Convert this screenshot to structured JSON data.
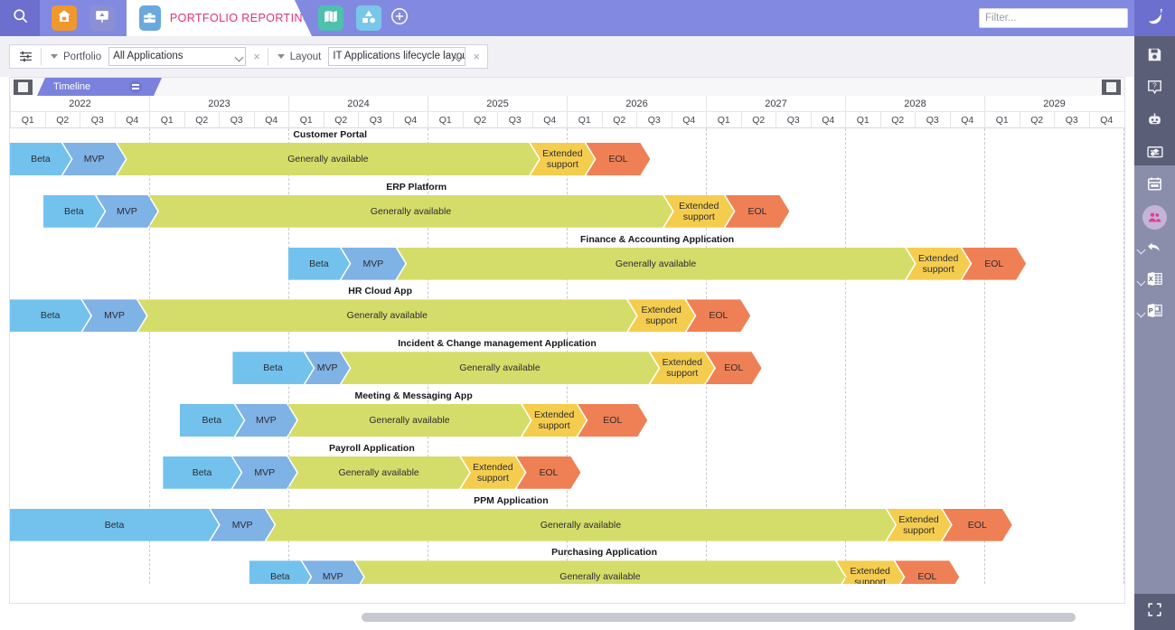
{
  "topbar": {
    "search_icon": "search-icon",
    "tabs": [
      {
        "name": "home-icon",
        "label": ""
      },
      {
        "name": "presentation-icon",
        "label": ""
      }
    ],
    "active_tab": {
      "label": "PORTFOLIO REPORTING",
      "icon": "briefcase-icon"
    },
    "right_tabs": [
      {
        "name": "map-icon"
      },
      {
        "name": "shapes-icon"
      },
      {
        "name": "plus-circle-icon"
      }
    ],
    "filter": {
      "placeholder": "Filter...",
      "value": ""
    },
    "moon_icon": "moon-icon"
  },
  "filterbar": {
    "settings_icon": "sliders-icon",
    "fields": [
      {
        "label": "Portfolio",
        "value": "All Applications",
        "clear": "×"
      },
      {
        "label": "Layout",
        "value": "IT Applications lifecycle layout",
        "clear": "×"
      }
    ]
  },
  "panel": {
    "tab_label": "Timeline",
    "left_toggle": "collapse-left-icon",
    "right_toggle": "collapse-right-icon",
    "menu_badge": "menu-icon"
  },
  "chart_data": {
    "type": "timeline",
    "title": "IT Applications lifecycle layout",
    "axis_start_year": 2022,
    "axis_end_year": 2029,
    "years": [
      "2022",
      "2023",
      "2024",
      "2025",
      "2026",
      "2027",
      "2028",
      "2029"
    ],
    "quarters": [
      "Q1",
      "Q2",
      "Q3",
      "Q4"
    ],
    "phase_colors": {
      "Beta": "#73c2ee",
      "MVP": "#7fb2e5",
      "Generally available": "#d5dd6a",
      "Extended support": "#f5cd4e",
      "EOL": "#ef8055"
    },
    "phase_legend": [
      "Beta",
      "MVP",
      "Generally available",
      "Extended support",
      "EOL"
    ],
    "rows": [
      {
        "name": "Customer Portal",
        "phases": [
          {
            "label": "Beta",
            "color": "#73c2ee",
            "start": 2022.0,
            "end": 2022.44
          },
          {
            "label": "MVP",
            "color": "#7fb2e5",
            "start": 2022.38,
            "end": 2022.83
          },
          {
            "label": "Generally available",
            "color": "#d5dd6a",
            "start": 2022.77,
            "end": 2025.8
          },
          {
            "label": "Extended support",
            "color": "#f5cd4e",
            "start": 2025.74,
            "end": 2026.2
          },
          {
            "label": "EOL",
            "color": "#ef8055",
            "start": 2026.14,
            "end": 2026.6
          }
        ]
      },
      {
        "name": "ERP Platform",
        "phases": [
          {
            "label": "Beta",
            "color": "#73c2ee",
            "start": 2022.24,
            "end": 2022.68
          },
          {
            "label": "MVP",
            "color": "#7fb2e5",
            "start": 2022.62,
            "end": 2023.06
          },
          {
            "label": "Generally available",
            "color": "#d5dd6a",
            "start": 2023.0,
            "end": 2026.76
          },
          {
            "label": "Extended support",
            "color": "#f5cd4e",
            "start": 2026.7,
            "end": 2027.2
          },
          {
            "label": "EOL",
            "color": "#ef8055",
            "start": 2027.14,
            "end": 2027.6
          }
        ]
      },
      {
        "name": "Finance & Accounting Application",
        "phases": [
          {
            "label": "Beta",
            "color": "#73c2ee",
            "start": 2024.0,
            "end": 2024.44
          },
          {
            "label": "MVP",
            "color": "#7fb2e5",
            "start": 2024.38,
            "end": 2024.84
          },
          {
            "label": "Generally available",
            "color": "#d5dd6a",
            "start": 2024.78,
            "end": 2028.5
          },
          {
            "label": "Extended support",
            "color": "#f5cd4e",
            "start": 2028.44,
            "end": 2028.9
          },
          {
            "label": "EOL",
            "color": "#ef8055",
            "start": 2028.84,
            "end": 2029.3
          }
        ]
      },
      {
        "name": "HR Cloud App",
        "phases": [
          {
            "label": "Beta",
            "color": "#73c2ee",
            "start": 2022.0,
            "end": 2022.58
          },
          {
            "label": "MVP",
            "color": "#7fb2e5",
            "start": 2022.52,
            "end": 2022.98
          },
          {
            "label": "Generally available",
            "color": "#d5dd6a",
            "start": 2022.92,
            "end": 2026.5
          },
          {
            "label": "Extended support",
            "color": "#f5cd4e",
            "start": 2026.44,
            "end": 2026.92
          },
          {
            "label": "EOL",
            "color": "#ef8055",
            "start": 2026.86,
            "end": 2027.32
          }
        ]
      },
      {
        "name": "Incident & Change management Application",
        "phases": [
          {
            "label": "Beta",
            "color": "#73c2ee",
            "start": 2023.6,
            "end": 2024.18
          },
          {
            "label": "MVP",
            "color": "#7fb2e5",
            "start": 2024.12,
            "end": 2024.44
          },
          {
            "label": "Generally available",
            "color": "#d5dd6a",
            "start": 2024.38,
            "end": 2026.66
          },
          {
            "label": "Extended support",
            "color": "#f5cd4e",
            "start": 2026.6,
            "end": 2027.06
          },
          {
            "label": "EOL",
            "color": "#ef8055",
            "start": 2027.0,
            "end": 2027.4
          }
        ]
      },
      {
        "name": "Meeting & Messaging App",
        "phases": [
          {
            "label": "Beta",
            "color": "#73c2ee",
            "start": 2023.22,
            "end": 2023.68
          },
          {
            "label": "MVP",
            "color": "#7fb2e5",
            "start": 2023.62,
            "end": 2024.06
          },
          {
            "label": "Generally available",
            "color": "#d5dd6a",
            "start": 2024.0,
            "end": 2025.74
          },
          {
            "label": "Extended support",
            "color": "#f5cd4e",
            "start": 2025.68,
            "end": 2026.14
          },
          {
            "label": "EOL",
            "color": "#ef8055",
            "start": 2026.08,
            "end": 2026.58
          }
        ]
      },
      {
        "name": "Payroll Application",
        "phases": [
          {
            "label": "Beta",
            "color": "#73c2ee",
            "start": 2023.1,
            "end": 2023.66
          },
          {
            "label": "MVP",
            "color": "#7fb2e5",
            "start": 2023.6,
            "end": 2024.06
          },
          {
            "label": "Generally available",
            "color": "#d5dd6a",
            "start": 2024.0,
            "end": 2025.3
          },
          {
            "label": "Extended support",
            "color": "#f5cd4e",
            "start": 2025.24,
            "end": 2025.7
          },
          {
            "label": "EOL",
            "color": "#ef8055",
            "start": 2025.64,
            "end": 2026.1
          }
        ]
      },
      {
        "name": "PPM Application",
        "phases": [
          {
            "label": "Beta",
            "color": "#73c2ee",
            "start": 2022.0,
            "end": 2023.5
          },
          {
            "label": "MVP",
            "color": "#7fb2e5",
            "start": 2023.44,
            "end": 2023.9
          },
          {
            "label": "Generally available",
            "color": "#d5dd6a",
            "start": 2023.84,
            "end": 2028.36
          },
          {
            "label": "Extended support",
            "color": "#f5cd4e",
            "start": 2028.3,
            "end": 2028.76
          },
          {
            "label": "EOL",
            "color": "#ef8055",
            "start": 2028.7,
            "end": 2029.2
          }
        ]
      },
      {
        "name": "Purchasing Application",
        "phases": [
          {
            "label": "Beta",
            "color": "#73c2ee",
            "start": 2023.72,
            "end": 2024.16
          },
          {
            "label": "MVP",
            "color": "#7fb2e5",
            "start": 2024.1,
            "end": 2024.54
          },
          {
            "label": "Generally available",
            "color": "#d5dd6a",
            "start": 2024.48,
            "end": 2028.0
          },
          {
            "label": "Extended support",
            "color": "#f5cd4e",
            "start": 2027.94,
            "end": 2028.42
          },
          {
            "label": "EOL",
            "color": "#ef8055",
            "start": 2028.36,
            "end": 2028.82
          }
        ]
      }
    ]
  },
  "sidebar": {
    "group1": [
      {
        "name": "save-icon"
      },
      {
        "name": "help-icon"
      },
      {
        "name": "robot-icon"
      },
      {
        "name": "form-icon"
      }
    ],
    "group2": [
      {
        "name": "calendar-icon",
        "expandable": false
      },
      {
        "name": "people-icon",
        "expandable": false
      },
      {
        "name": "undo-icon",
        "expandable": true
      },
      {
        "name": "excel-icon",
        "expandable": true
      },
      {
        "name": "powerpoint-icon",
        "expandable": true
      }
    ],
    "fullscreen": {
      "name": "fullscreen-icon"
    }
  },
  "scrollbar": {
    "name": "horizontal-scrollbar"
  }
}
